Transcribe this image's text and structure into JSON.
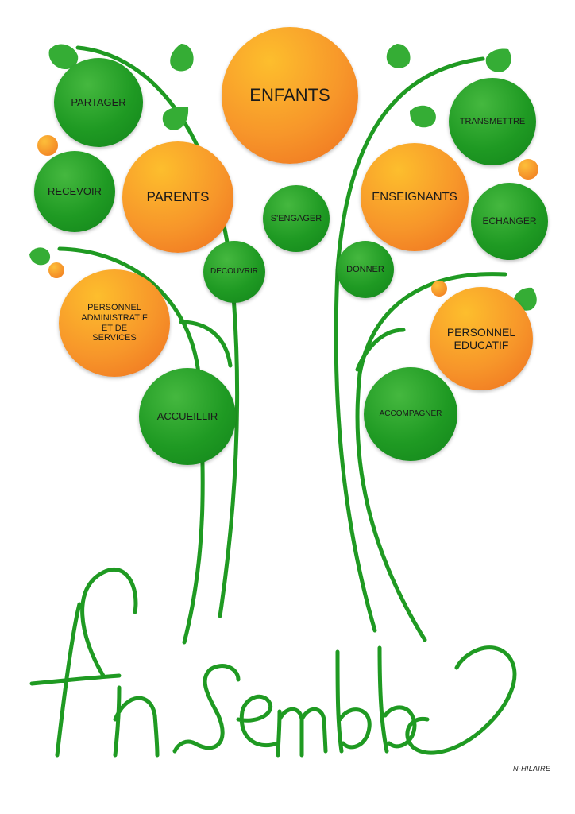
{
  "tree": {
    "credit": "N-HILAIRE",
    "word": "Ensemble",
    "colors": {
      "trunk": "#1f9a22",
      "green": "#1f9a23",
      "orange": "#f7962a"
    },
    "circles": {
      "enfants": "ENFANTS",
      "partager": "PARTAGER",
      "recevoir": "RECEVOIR",
      "parents": "PARENTS",
      "sengager": "S'ENGAGER",
      "decouvrir": "DECOUVRIR",
      "personnel_admin": [
        "PERSONNEL",
        "ADMINISTRATIF",
        "ET DE",
        "SERVICES"
      ],
      "accueillir": "ACCUEILLIR",
      "transmettre": "TRANSMETTRE",
      "enseignants": "ENSEIGNANTS",
      "echanger": "ECHANGER",
      "donner": "DONNER",
      "personnel_educatif": [
        "PERSONNEL",
        "EDUCATIF"
      ],
      "accompagner": "ACCOMPAGNER"
    }
  }
}
